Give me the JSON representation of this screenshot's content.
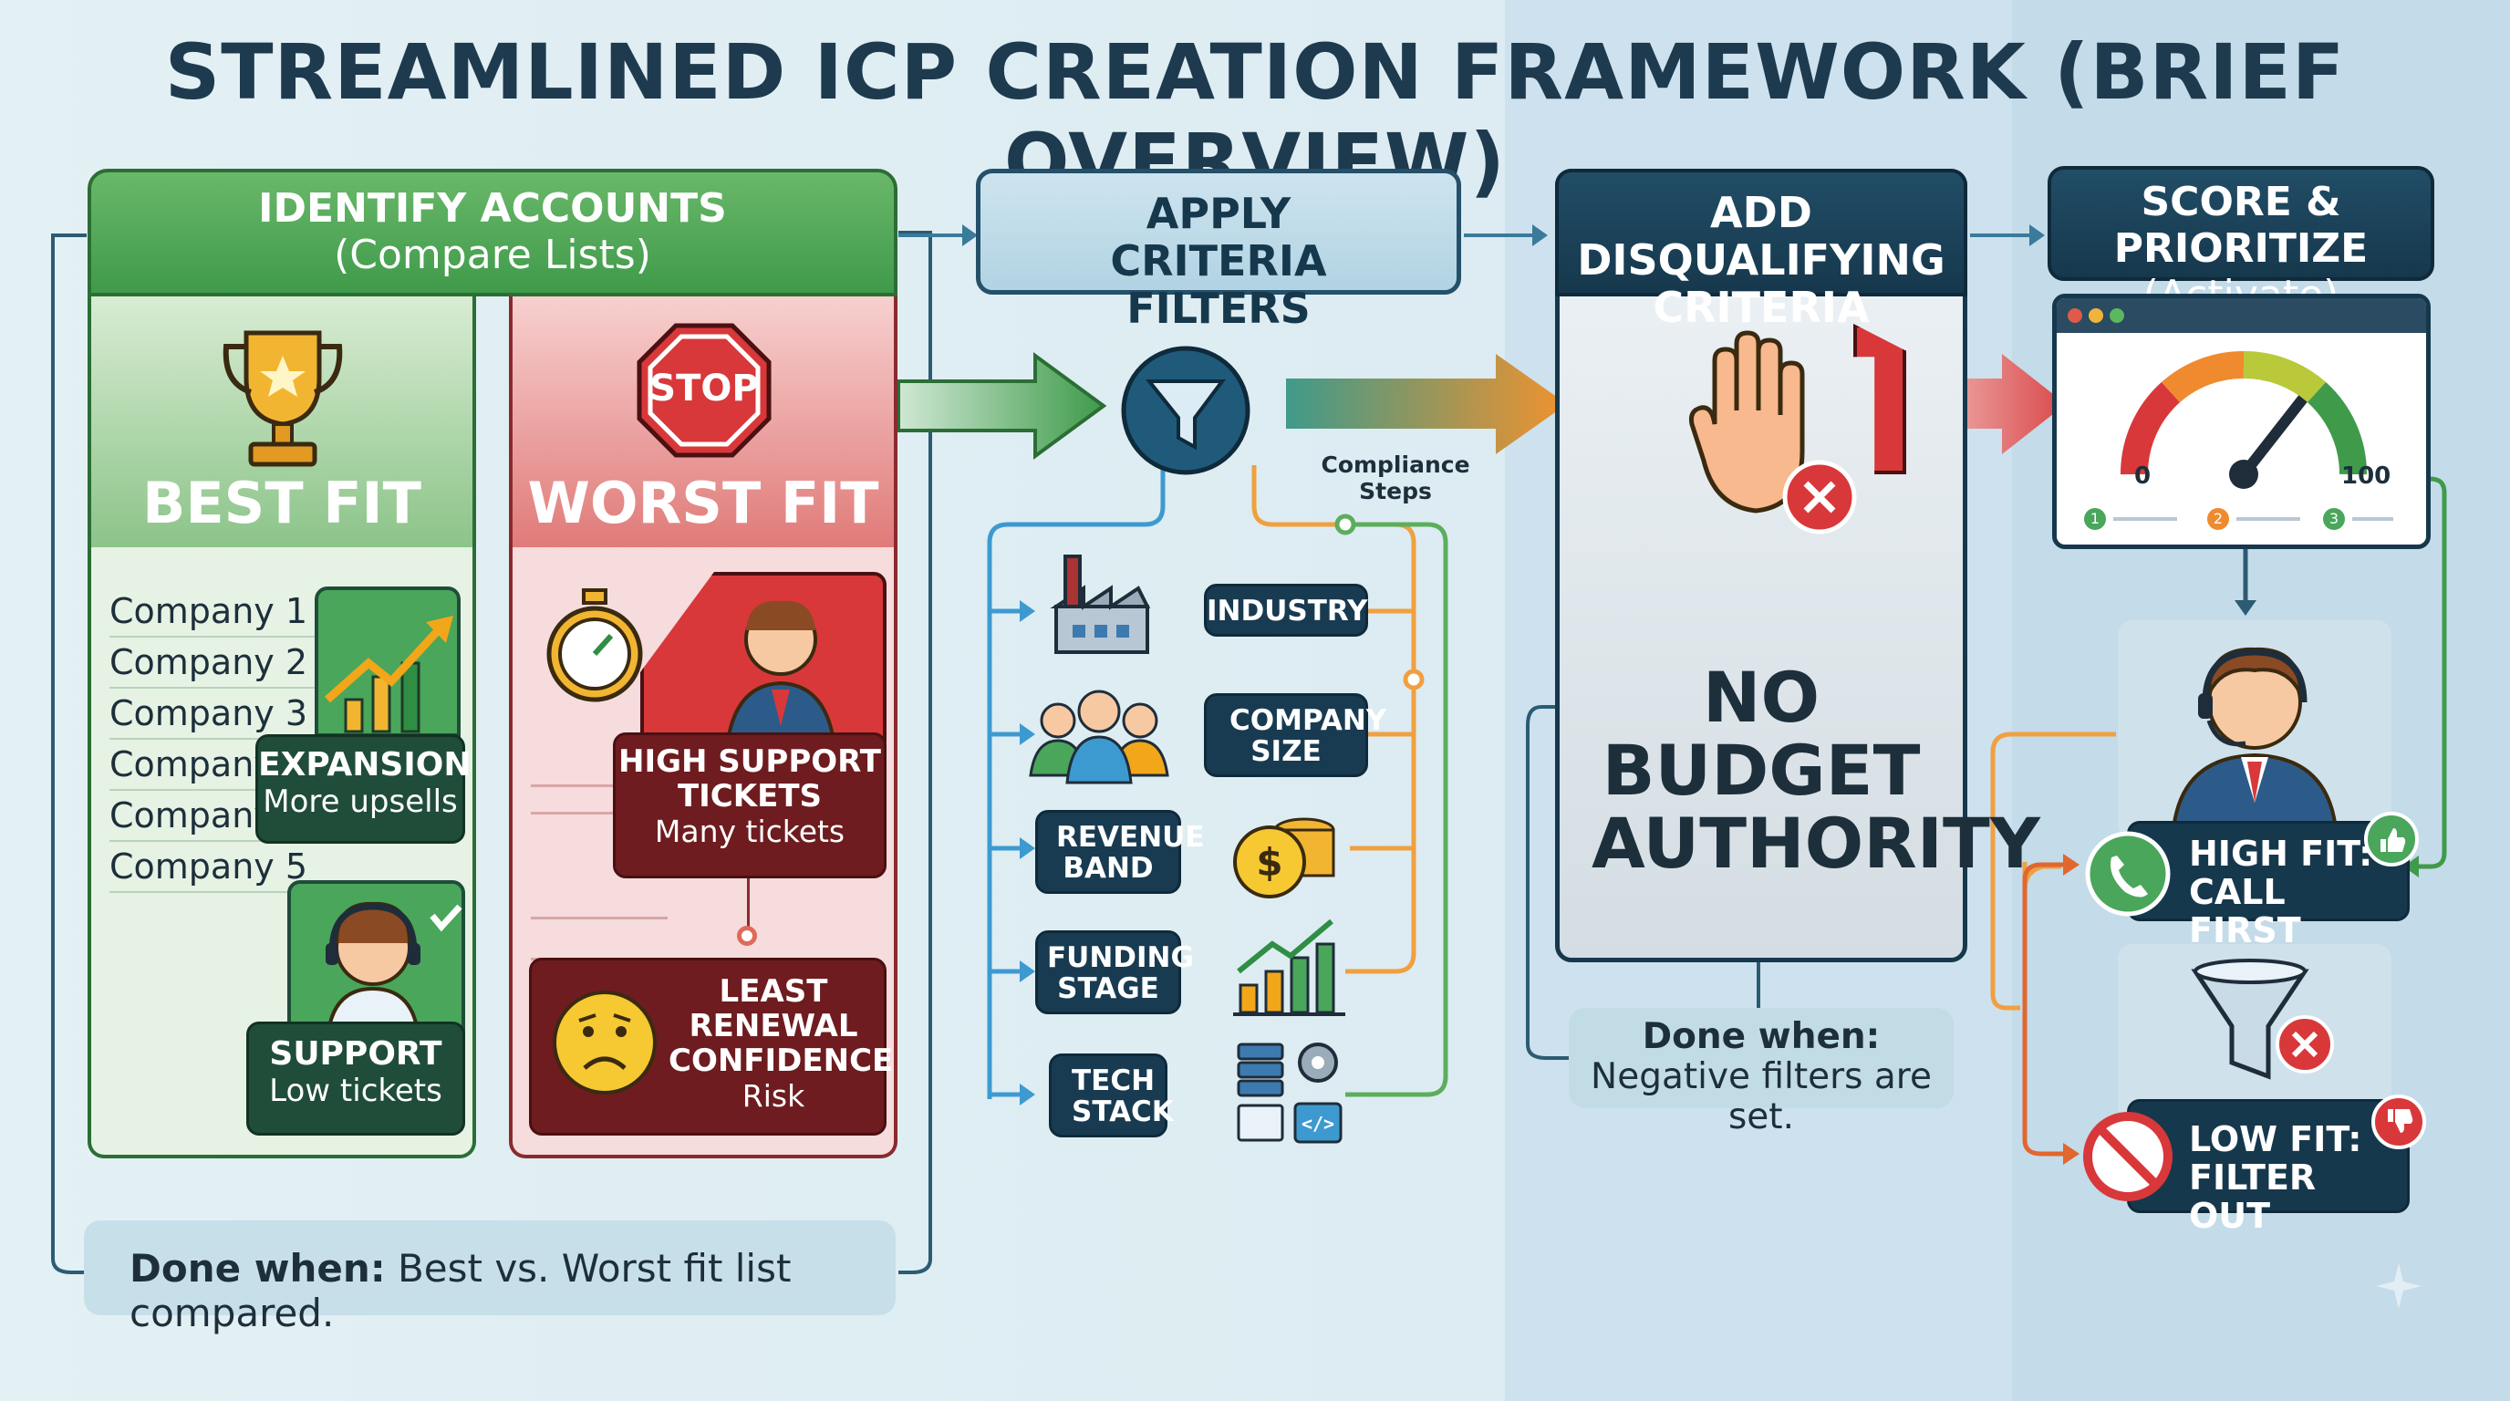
{
  "title": "STREAMLINED ICP CREATION FRAMEWORK (BRIEF OVERVIEW)",
  "step1": {
    "heading": "IDENTIFY ACCOUNTS",
    "subheading": "(Compare Lists)",
    "best_fit": {
      "label": "BEST FIT",
      "companies": [
        "Company 1",
        "Company 2",
        "Company 3",
        "Company",
        "Company",
        "Company 5"
      ],
      "expansion": {
        "title": "EXPANSION",
        "sub": "More upsells"
      },
      "support": {
        "title": "SUPPORT",
        "sub": "Low tickets"
      }
    },
    "worst_fit": {
      "stop_sign": "STOP",
      "label": "WORST FIT",
      "support_tickets": {
        "title": "HIGH SUPPORT TICKETS",
        "sub": "Many tickets"
      },
      "renewal": {
        "title": "LEAST RENEWAL CONFIDENCE",
        "sub": "Risk"
      }
    },
    "done_prefix": "Done when:",
    "done_text": "Best vs. Worst fit list compared."
  },
  "step2": {
    "heading": "APPLY CRITERIA FILTERS",
    "compliance": "Compliance Steps",
    "criteria": [
      "INDUSTRY",
      "COMPANY SIZE",
      "REVENUE BAND",
      "FUNDING STAGE",
      "TECH STACK"
    ]
  },
  "step3": {
    "heading": "ADD DISQUALIFYING CRITERIA",
    "main_text": "NO BUDGET AUTHORITY",
    "done_prefix": "Done when:",
    "done_text": "Negative filters are set."
  },
  "step4": {
    "heading": "SCORE & PRIORITIZE",
    "subheading": "(Activate)",
    "gauge_min": "0",
    "gauge_max": "100",
    "legend": [
      "1",
      "2",
      "3"
    ],
    "high_fit": "HIGH FIT: CALL FIRST",
    "low_fit": "LOW FIT: FILTER OUT"
  },
  "colors": {
    "green": "#3f9a4a",
    "red": "#d9534f",
    "navy": "#16384d",
    "orange": "#f0a040",
    "blue": "#3d9ad1"
  }
}
